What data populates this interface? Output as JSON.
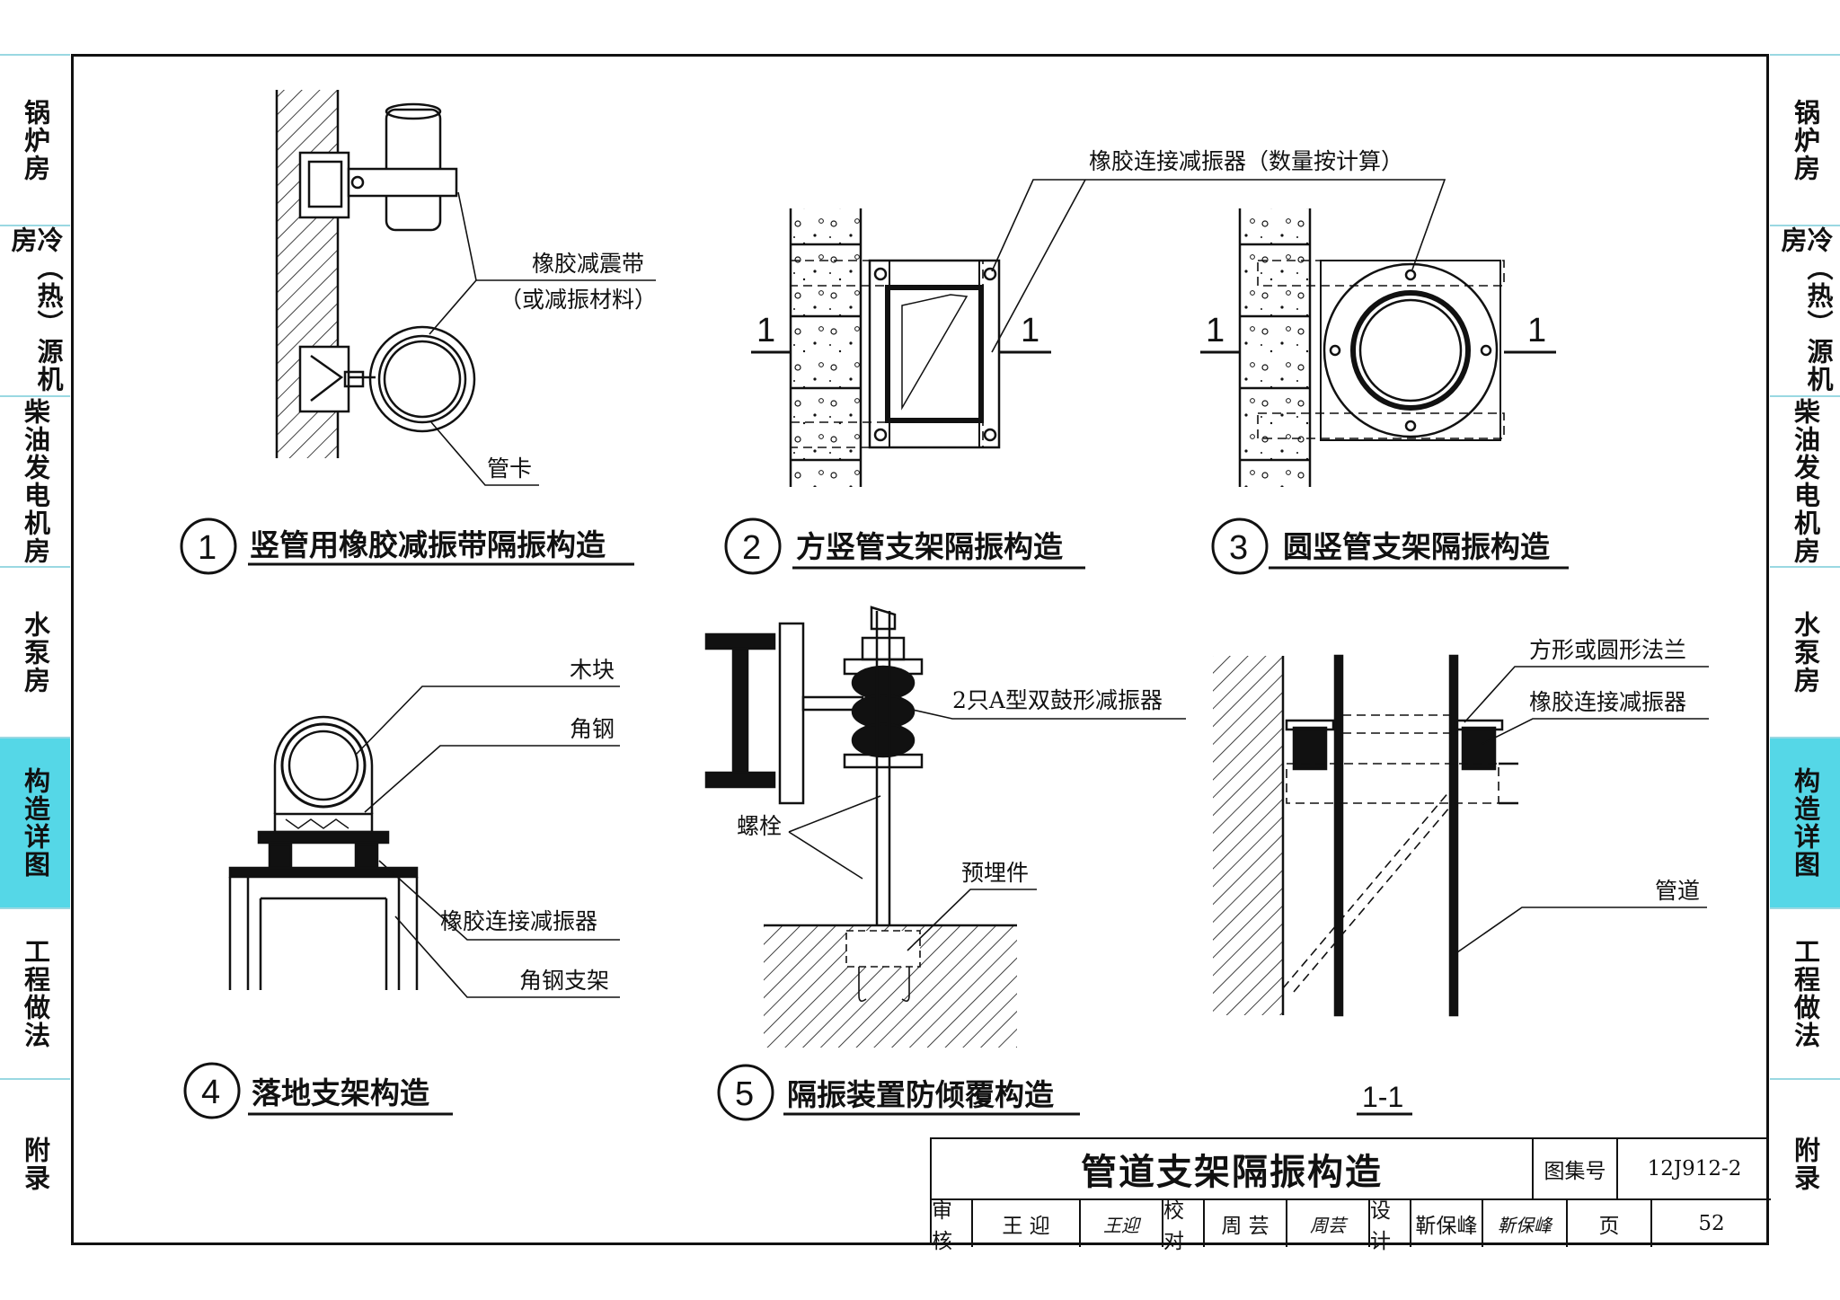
{
  "side_tabs": [
    "锅炉房",
    "冷（热）源机房",
    "柴油发电机房",
    "水泵房",
    "构造详图",
    "工程做法",
    "附录"
  ],
  "active_tab": "构造详图",
  "accent_color": "#55d7e7",
  "details": [
    {
      "number": "1",
      "title": "竖管用橡胶减振带隔振构造"
    },
    {
      "number": "2",
      "title": "方竖管支架隔振构造"
    },
    {
      "number": "3",
      "title": "圆竖管支架隔振构造"
    },
    {
      "number": "4",
      "title": "落地支架构造"
    },
    {
      "number": "5",
      "title": "隔振装置防倾覆构造"
    }
  ],
  "section_label": "1-1",
  "section_marks": [
    "1",
    "1",
    "1",
    "1"
  ],
  "labels": {
    "rubber_band_1": "橡胶减震带",
    "rubber_band_2": "（或减振材料）",
    "pipe_clamp": "管卡",
    "rubber_connector_count": "橡胶连接减振器（数量按计算）",
    "wood_block": "木块",
    "angle_steel": "角钢",
    "rubber_connector": "橡胶连接减振器",
    "angle_support": "角钢支架",
    "double_drum": "2只A型双鼓形减振器",
    "bolt": "螺栓",
    "embedded": "预埋件",
    "flange": "方形或圆形法兰",
    "rubber_connector_2": "橡胶连接减振器",
    "pipe": "管道"
  },
  "title_block": {
    "title": "管道支架隔振构造",
    "atlas_label": "图集号",
    "atlas_no": "12J912-2",
    "review_label": "审核",
    "review_name": "王 迎",
    "review_sign": "王迎",
    "check_label": "校对",
    "check_name": "周 芸",
    "check_sign": "周芸",
    "design_label": "设计",
    "design_name": "靳保峰",
    "design_sign": "靳保峰",
    "page_label": "页",
    "page_no": "52"
  }
}
